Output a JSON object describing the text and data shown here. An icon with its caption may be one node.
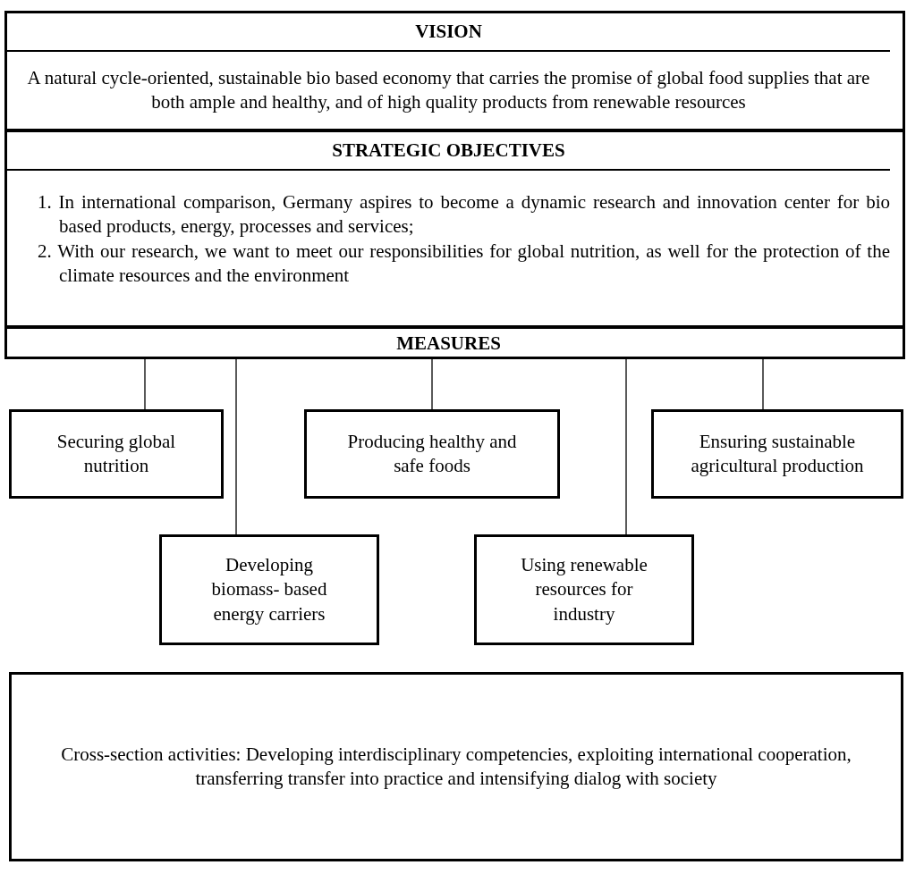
{
  "diagram": {
    "nodes": [
      {
        "text": [
          "VISION",
          "A natural cycle-oriented, sustainable bio based economy that carries the promise of global food supplies that are both ample and healthy, and of high quality products from renewable resources"
        ]
      },
      {
        "text": [
          "STRATEGIC OBJECTIVES",
          "1. In international comparison, Germany aspires to become a dynamic research and innovation center for bio based products, energy, processes and services;",
          "2. With our research, we want to meet our responsibilities for global nutrition, as well for the protection of the climate resources and the environment"
        ]
      },
      {
        "text": [
          "MEASURES"
        ]
      },
      {
        "text": [
          "Securing global nutrition"
        ]
      },
      {
        "text": [
          "Producing healthy and safe foods"
        ]
      },
      {
        "text": [
          "Ensuring sustainable agricultural production"
        ]
      },
      {
        "text": [
          "Developing biomass- based energy carriers"
        ]
      },
      {
        "text": [
          "Using renewable resources for industry"
        ]
      },
      {
        "text": [
          "Cross-section activities: Developing interdisciplinary competencies, exploiting international cooperation, transferring transfer into practice and intensifying dialog with society"
        ]
      }
    ],
    "edges": [
      {
        "from": 2,
        "to": 3,
        "arrow": "none"
      },
      {
        "from": 2,
        "to": 6,
        "arrow": "none"
      },
      {
        "from": 2,
        "to": 4,
        "arrow": "none"
      },
      {
        "from": 2,
        "to": 7,
        "arrow": "none"
      },
      {
        "from": 2,
        "to": 5,
        "arrow": "none"
      }
    ]
  }
}
